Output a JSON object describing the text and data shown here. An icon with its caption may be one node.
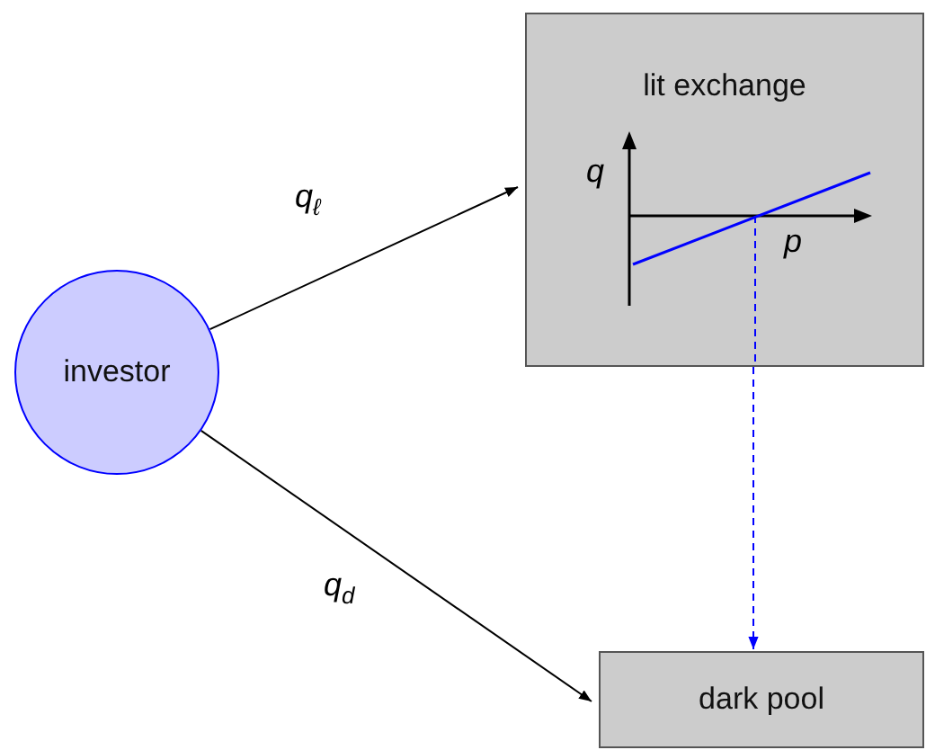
{
  "diagram": {
    "nodes": [
      {
        "text": [
          "investor"
        ]
      },
      {
        "text": [
          "lit exchange"
        ]
      },
      {
        "text": [
          "dark pool"
        ]
      }
    ],
    "edges": [
      {
        "from": 0,
        "to": 1,
        "arrow": "to",
        "label": "q$_{ℓ}$"
      },
      {
        "from": 0,
        "to": 2,
        "arrow": "to",
        "label": "q$_{d}$"
      },
      {
        "from": 1,
        "to": 2,
        "arrow": "to",
        "style": "dashed",
        "color": "#0000ff"
      }
    ],
    "labels": [
      "q",
      "p"
    ]
  }
}
